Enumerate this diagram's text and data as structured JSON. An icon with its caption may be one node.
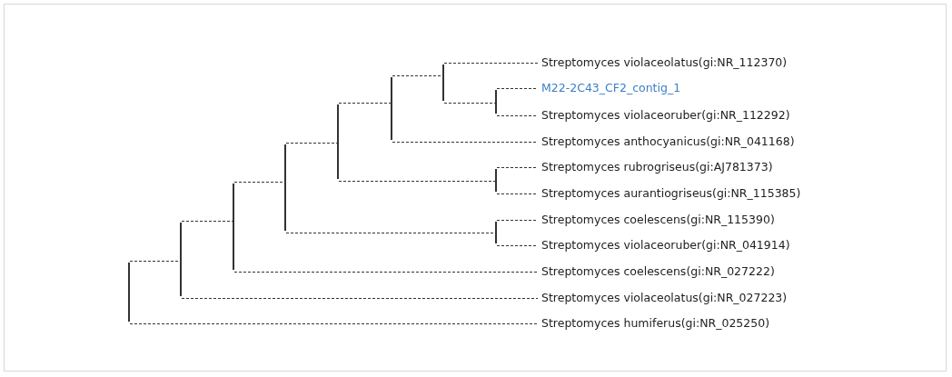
{
  "diagram": {
    "nodes": [
      {
        "text": [
          "Streptomyces violaceolatus(gi:NR_112370)"
        ]
      },
      {
        "text": [
          "M22-2C43_CF2_contig_1"
        ]
      },
      {
        "text": [
          "Streptomyces violaceoruber(gi:NR_112292)"
        ]
      },
      {
        "text": [
          "Streptomyces anthocyanicus(gi:NR_041168)"
        ]
      },
      {
        "text": [
          "Streptomyces rubrogriseus(gi:AJ781373)"
        ]
      },
      {
        "text": [
          "Streptomyces aurantiogriseus(gi:NR_115385)"
        ]
      },
      {
        "text": [
          "Streptomyces coelescens(gi:NR_115390)"
        ]
      },
      {
        "text": [
          "Streptomyces violaceoruber(gi:NR_041914)"
        ]
      },
      {
        "text": [
          "Streptomyces coelescens(gi:NR_027222)"
        ]
      },
      {
        "text": [
          "Streptomyces violaceolatus(gi:NR_027223)"
        ]
      },
      {
        "text": [
          "Streptomyces humiferus(gi:NR_025250)"
        ]
      },
      {
        "text": [],
        "shape": "bar"
      },
      {
        "text": [],
        "shape": "bar"
      },
      {
        "text": [],
        "shape": "bar"
      },
      {
        "text": [],
        "shape": "bar"
      },
      {
        "text": [],
        "shape": "bar"
      },
      {
        "text": [],
        "shape": "bar"
      },
      {
        "text": [],
        "shape": "bar"
      },
      {
        "text": [],
        "shape": "bar"
      },
      {
        "text": [],
        "shape": "bar"
      },
      {
        "text": [],
        "shape": "bar"
      }
    ],
    "edges": [
      {
        "from": 11,
        "to": 12,
        "arrow": "none",
        "style": "dashed"
      },
      {
        "from": 11,
        "to": 10,
        "arrow": "none",
        "style": "dashed"
      },
      {
        "from": 12,
        "to": 13,
        "arrow": "none",
        "style": "dashed"
      },
      {
        "from": 12,
        "to": 9,
        "arrow": "none",
        "style": "dashed"
      },
      {
        "from": 13,
        "to": 14,
        "arrow": "none",
        "style": "dashed"
      },
      {
        "from": 13,
        "to": 8,
        "arrow": "none",
        "style": "dashed"
      },
      {
        "from": 14,
        "to": 15,
        "arrow": "none",
        "style": "dashed"
      },
      {
        "from": 14,
        "to": 20,
        "arrow": "none",
        "style": "dashed"
      },
      {
        "from": 15,
        "to": 16,
        "arrow": "none",
        "style": "dashed"
      },
      {
        "from": 15,
        "to": 19,
        "arrow": "none",
        "style": "dashed"
      },
      {
        "from": 16,
        "to": 17,
        "arrow": "none",
        "style": "dashed"
      },
      {
        "from": 16,
        "to": 3,
        "arrow": "none",
        "style": "dashed"
      },
      {
        "from": 17,
        "to": 0,
        "arrow": "none",
        "style": "dashed"
      },
      {
        "from": 17,
        "to": 18,
        "arrow": "none",
        "style": "dashed"
      },
      {
        "from": 18,
        "to": 1,
        "arrow": "none",
        "style": "dashed"
      },
      {
        "from": 18,
        "to": 2,
        "arrow": "none",
        "style": "dashed"
      },
      {
        "from": 19,
        "to": 4,
        "arrow": "none",
        "style": "dashed"
      },
      {
        "from": 19,
        "to": 5,
        "arrow": "none",
        "style": "dashed"
      },
      {
        "from": 20,
        "to": 6,
        "arrow": "none",
        "style": "dashed"
      },
      {
        "from": 20,
        "to": 7,
        "arrow": "none",
        "style": "dashed"
      }
    ]
  }
}
